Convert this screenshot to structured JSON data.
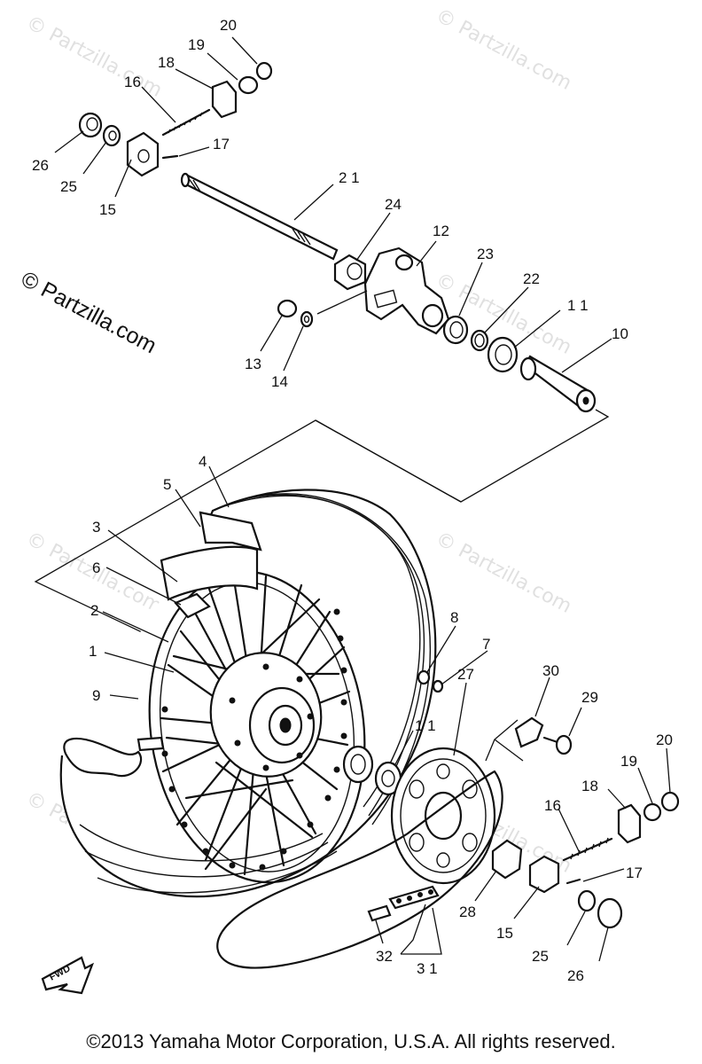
{
  "watermarks": {
    "brand": "© Partzilla.com"
  },
  "fwd_badge": "FWD",
  "copyright": "©2013 Yamaha Motor Corporation, U.S.A. All rights reserved.",
  "callouts": {
    "c1": "1",
    "c2": "2",
    "c3": "3",
    "c4": "4",
    "c5": "5",
    "c6": "6",
    "c7": "7",
    "c8": "8",
    "c9": "9",
    "c10": "10",
    "c11a": "1 1",
    "c11b": "1 1",
    "c12": "12",
    "c13": "13",
    "c14": "14",
    "c15a": "15",
    "c15b": "15",
    "c16a": "16",
    "c16b": "16",
    "c17a": "17",
    "c17b": "17",
    "c18a": "18",
    "c18b": "18",
    "c19a": "19",
    "c19b": "19",
    "c20a": "20",
    "c20b": "20",
    "c21": "2 1",
    "c22": "22",
    "c23": "23",
    "c24": "24",
    "c25a": "25",
    "c25b": "25",
    "c26a": "26",
    "c26b": "26",
    "c27": "27",
    "c28": "28",
    "c29": "29",
    "c30": "30",
    "c31": "3 1",
    "c32": "32"
  }
}
